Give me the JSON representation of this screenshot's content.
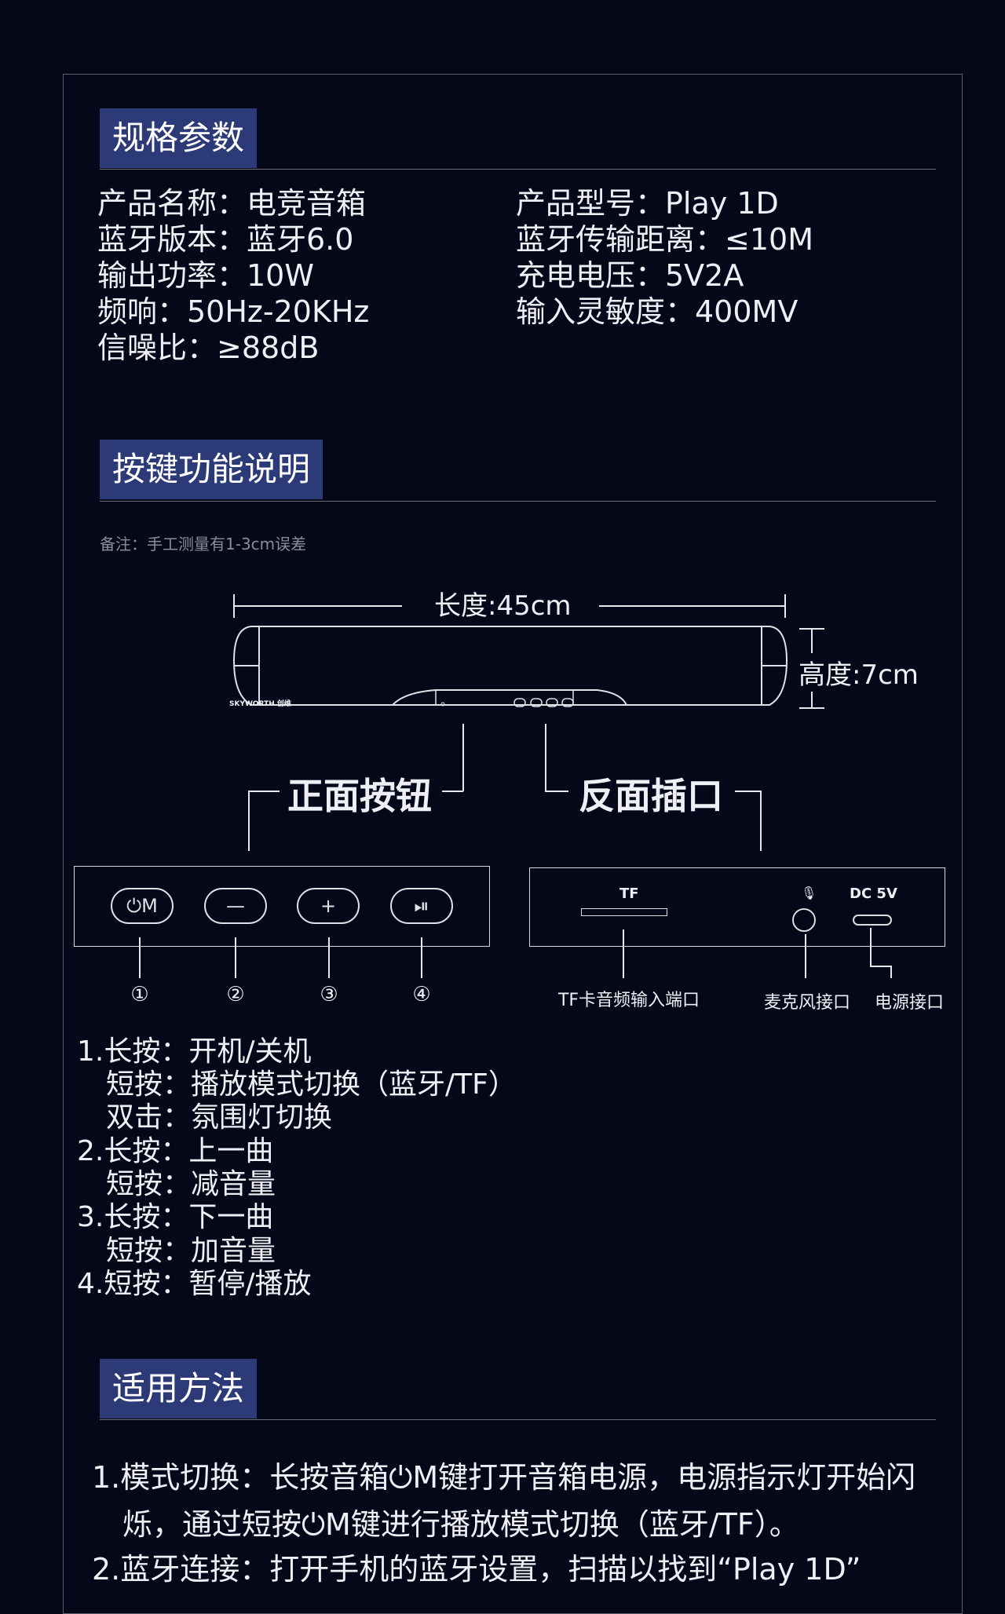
{
  "sections": {
    "specs_title": "规格参数",
    "buttons_title": "按键功能说明",
    "usage_title": "适用方法"
  },
  "specs": {
    "left": [
      "产品名称：电竞音箱",
      "蓝牙版本：蓝牙6.0",
      "输出功率：10W",
      "频响：50Hz-20KHz",
      "信噪比：≥88dB"
    ],
    "right": [
      "产品型号：Play 1D",
      "蓝牙传输距离：≤10M",
      "充电电压：5V2A",
      "输入灵敏度：400MV"
    ]
  },
  "diagram": {
    "note": "备注：手工测量有1-3cm误差",
    "length": "长度:45cm",
    "height": "高度:7cm",
    "brand": "SKYWORTH 创维",
    "front_label": "正面按钮",
    "back_label": "反面插口",
    "button_numbers": [
      "①",
      "②",
      "③",
      "④"
    ],
    "tf_label": "TF",
    "dc_label": "DC 5V",
    "port_labels": [
      "TF卡音频输入端口",
      "麦克风接口",
      "电源接口"
    ]
  },
  "instructions": [
    "1.长按：开机/关机",
    "短按：播放模式切换（蓝牙/TF）",
    "双击：氛围灯切换",
    "2.长按：上一曲",
    "短按：减音量",
    "3.长按：下一曲",
    "短按：加音量",
    "4.短按：暂停/播放"
  ],
  "usage": [
    "1.模式切换：长按音箱⏻M键打开音箱电源，电源指示灯开始闪",
    "烁，通过短按⏻M键进行播放模式切换（蓝牙/TF）。",
    "2.蓝牙连接：打开手机的蓝牙设置，扫描以找到“Play 1D”"
  ],
  "colors": {
    "background": "#050818",
    "heading_bg": "#2d3a78"
  }
}
